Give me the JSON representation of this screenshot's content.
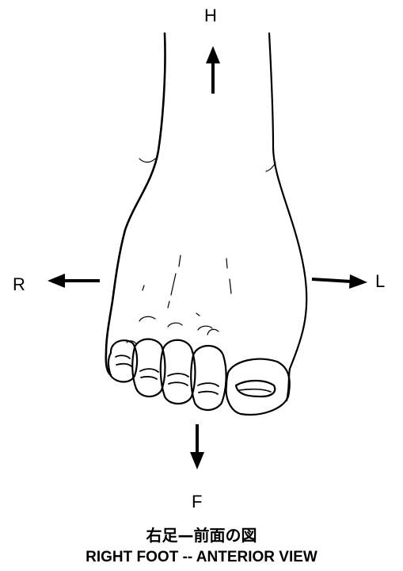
{
  "directions": {
    "head": "H",
    "right": "R",
    "left": "L",
    "foot": "F"
  },
  "caption": {
    "japanese": "右足—前面の図",
    "english": "RIGHT FOOT -- ANTERIOR VIEW"
  },
  "colors": {
    "ink": "#000000",
    "background": "#ffffff"
  },
  "icons": [
    "arrow-up-icon",
    "arrow-left-icon",
    "arrow-right-icon",
    "arrow-down-icon"
  ]
}
